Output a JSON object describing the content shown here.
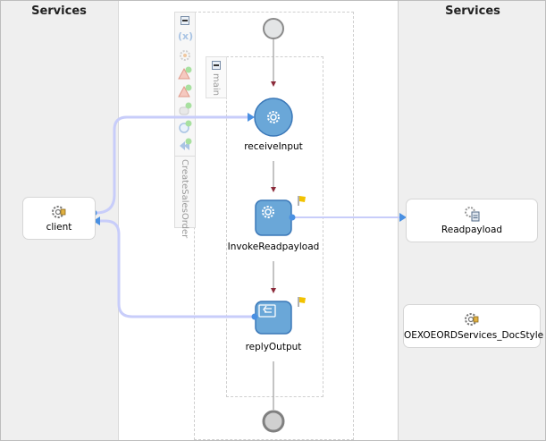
{
  "lanes": {
    "left": {
      "title": "Services"
    },
    "right": {
      "title": "Services"
    }
  },
  "services": {
    "client": {
      "label": "client",
      "icon": "web-service-gear-icon"
    },
    "readpayload": {
      "label": "Readpayload",
      "icon": "file-adapter-icon"
    },
    "oexo": {
      "label": "OEXOEORDServices_DocStyle",
      "icon": "web-service-gear-icon"
    }
  },
  "process": {
    "name": "CreateSalesOrder",
    "scope_name": "main",
    "toolbar": [
      {
        "name": "collapse",
        "icon": "collapse-icon"
      },
      {
        "name": "variables",
        "icon": "variables-icon",
        "glyph": "(x)"
      },
      {
        "name": "correlation-sets",
        "icon": "gear-icon"
      },
      {
        "name": "fault-handlers",
        "icon": "fault-handler-add-icon"
      },
      {
        "name": "event-handlers",
        "icon": "event-handler-add-icon"
      },
      {
        "name": "compensation-handler",
        "icon": "compensation-add-icon"
      },
      {
        "name": "onalarm",
        "icon": "alarm-add-icon"
      },
      {
        "name": "termination-handler",
        "icon": "termination-add-icon"
      }
    ],
    "activities": [
      {
        "id": "receiveInput",
        "label": "receiveInput",
        "type": "receive",
        "icon": "gear-icon",
        "flag": false
      },
      {
        "id": "InvokeReadpayload",
        "label": "InvokeReadpayload",
        "type": "invoke",
        "icon": "gear-icon",
        "flag": true
      },
      {
        "id": "replyOutput",
        "label": "replyOutput",
        "type": "reply",
        "icon": "reply-icon",
        "flag": true
      }
    ]
  },
  "colors": {
    "lane_bg": "#efefef",
    "activity_fill": "#5b9bd5",
    "link": "#c8cdfa",
    "link_arrow": "#4a90e2",
    "flow_line": "#8a8a8a",
    "flow_arrow": "#8b2a3a",
    "flag": "#f2c200"
  }
}
